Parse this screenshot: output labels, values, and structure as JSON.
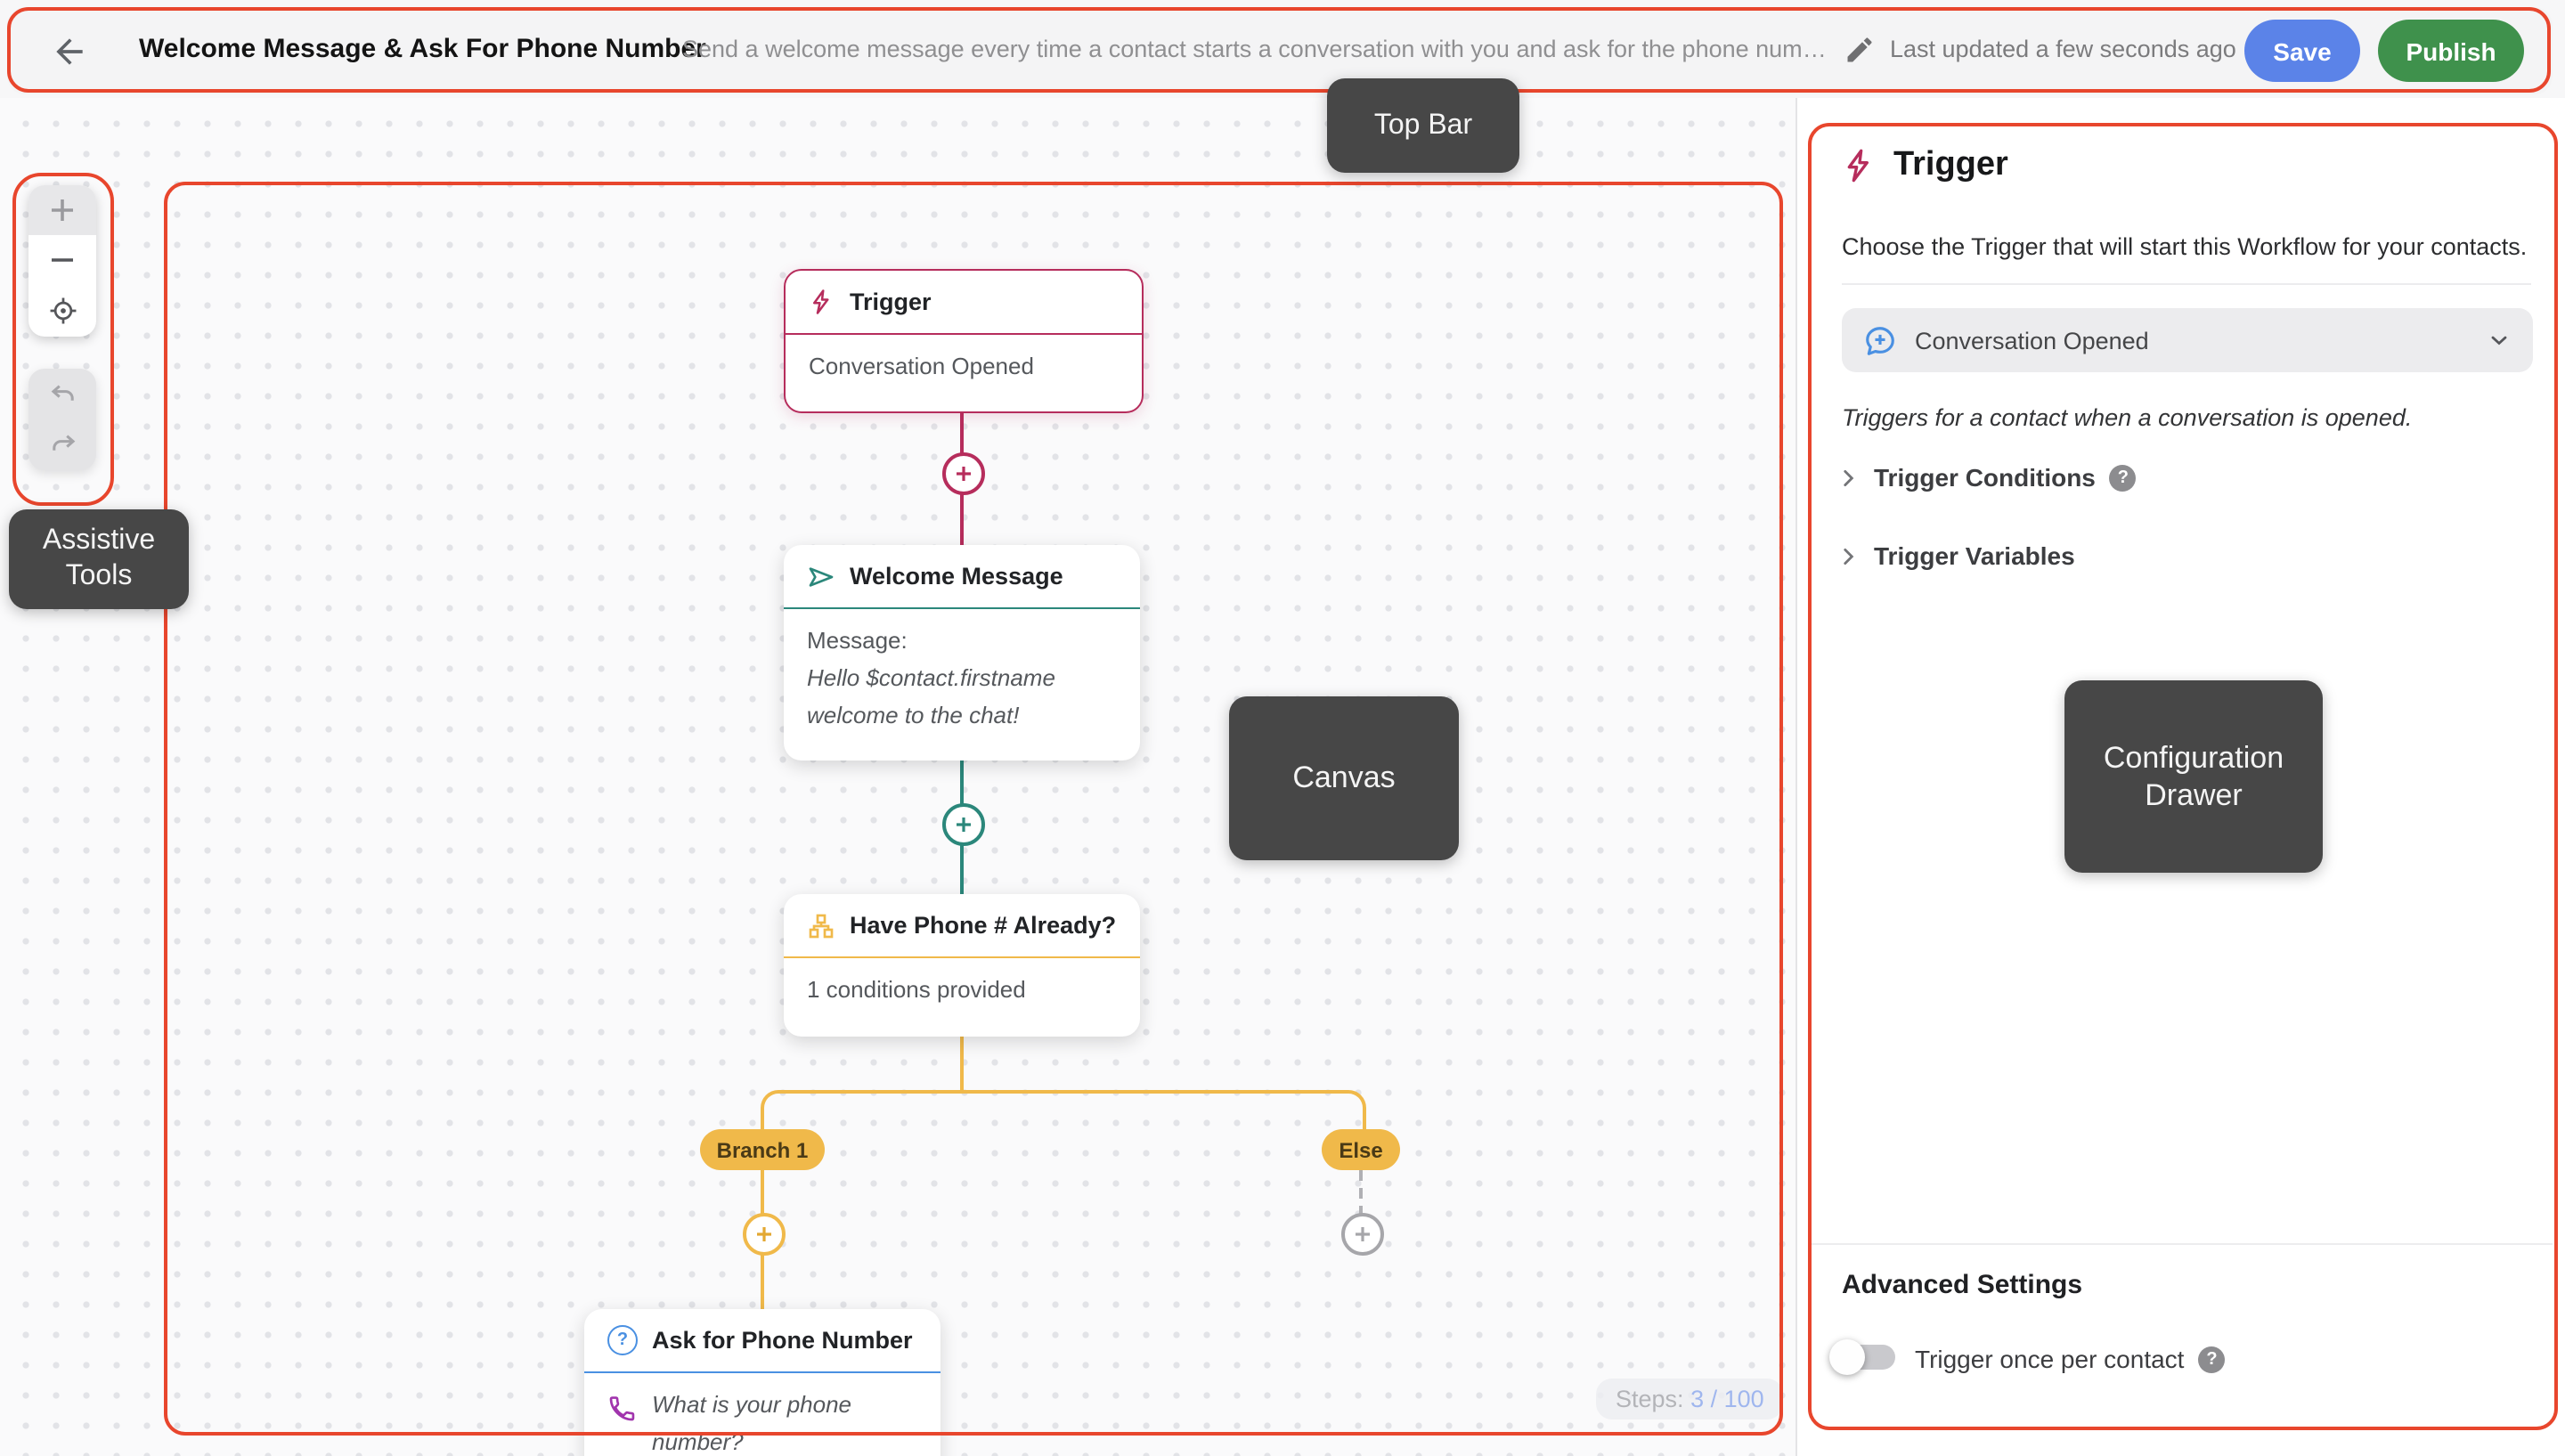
{
  "topbar": {
    "title": "Welcome Message & Ask For Phone Number",
    "description": "Send a welcome message every time a contact starts a conversation with you and ask for the phone number i...",
    "last_updated": "Last updated a few seconds ago",
    "save_label": "Save",
    "publish_label": "Publish"
  },
  "annotations": {
    "top_bar": "Top Bar",
    "assistive_tools": "Assistive Tools",
    "canvas": "Canvas",
    "configuration_drawer": "Configuration Drawer"
  },
  "assistive_tools": {
    "icons": [
      "zoom-in",
      "zoom-out",
      "center-view",
      "undo",
      "redo"
    ]
  },
  "canvas": {
    "nodes": {
      "trigger": {
        "title": "Trigger",
        "subtitle": "Conversation Opened"
      },
      "welcome": {
        "title": "Welcome Message",
        "field_label": "Message:",
        "message_line1": "Hello $contact.firstname",
        "message_line2": "welcome to the chat!"
      },
      "condition": {
        "title": "Have Phone # Already?",
        "subtitle": "1 conditions provided"
      },
      "ask": {
        "title": "Ask for Phone Number",
        "question_line1": "What is your phone",
        "question_line2": "number?"
      }
    },
    "branches": {
      "branch1": "Branch 1",
      "else_label": "Else"
    },
    "steps_label": "Steps:",
    "steps_value": "3 / 100"
  },
  "drawer": {
    "title": "Trigger",
    "description": "Choose the Trigger that will start this Workflow for your contacts.",
    "selected_trigger": "Conversation Opened",
    "hint": "Triggers for a contact when a conversation is opened.",
    "conditions_label": "Trigger Conditions",
    "variables_label": "Trigger Variables",
    "advanced_label": "Advanced Settings",
    "toggle_label": "Trigger once per contact",
    "toggle_state": "off"
  },
  "colors": {
    "annotation_outline": "#e8462d",
    "trigger_accent": "#b62d5c",
    "message_accent": "#2b877b",
    "branch_accent": "#f0b94a",
    "ask_accent": "#4a90e2",
    "phone_icon": "#a134ad",
    "save_button": "#5b83e8",
    "publish_button": "#3f914c",
    "steps_value": "#9fb6ee"
  }
}
